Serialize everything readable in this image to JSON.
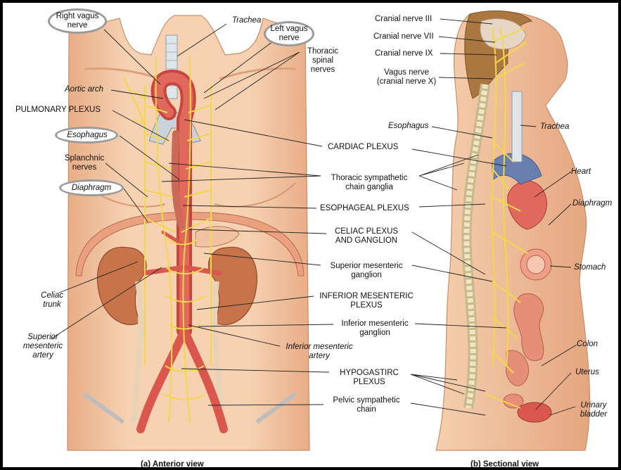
{
  "figure": {
    "captions": {
      "anterior": "(a) Anterior view",
      "sectional": "(b) Sectional view"
    },
    "anterior_labels": {
      "right_vagus": [
        "Right vagus",
        "nerve"
      ],
      "trachea": "Trachea",
      "left_vagus": [
        "Left vagus",
        "nerve"
      ],
      "thoracic_spinal": [
        "Thoracic",
        "spinal",
        "nerves"
      ],
      "aortic_arch": "Aortic arch",
      "pulmonary_plexus": "PULMONARY PLEXUS",
      "esophagus": "Esophagus",
      "splanchnic": [
        "Splanchnic",
        "nerves"
      ],
      "diaphragm": "Diaphragm",
      "cardiac_plexus": "CARDIAC PLEXUS",
      "thoracic_sympathetic": [
        "Thoracic sympathetic",
        "chain ganglia"
      ],
      "esophageal_plexus": "ESOPHAGEAL PLEXUS",
      "celiac_plexus": [
        "CELIAC PLEXUS",
        "AND GANGLION"
      ],
      "superior_mesenteric_ganglion": [
        "Superior mesenteric",
        "ganglion"
      ],
      "inferior_mesenteric_plexus": [
        "INFERIOR MESENTERIC",
        "PLEXUS"
      ],
      "inferior_mesenteric_ganglion": [
        "Inferior mesenteric",
        "ganglion"
      ],
      "inferior_mesenteric_artery": [
        "Inferior mesenteric",
        "artery"
      ],
      "hypogastric_plexus": [
        "HYPOGASTIRC",
        "PLEXUS"
      ],
      "pelvic_sympathetic": [
        "Pelvic sympathetic",
        "chain"
      ],
      "celiac_trunk": [
        "Celiac",
        "trunk"
      ],
      "superior_mesenteric_artery": [
        "Superior",
        "mesenteric",
        "artery"
      ]
    },
    "sectional_labels": {
      "cn3": "Cranial nerve III",
      "cn7": "Cranial nerve VII",
      "cn9": "Cranial nerve IX",
      "vagus": [
        "Vagus nerve",
        "(cranial nerve X)"
      ],
      "esophagus": "Esophagus",
      "trachea": "Trachea",
      "heart": "Heart",
      "diaphragm": "Diaphragm",
      "stomach": "Stomach",
      "colon": "Colon",
      "uterus": "Uterus",
      "bladder": [
        "Urinary",
        "bladder"
      ]
    },
    "colors": {
      "skin": "#f3c9a6",
      "skin_shadow": "#e6a983",
      "nerve": "#f2d84a",
      "artery": "#d9574c",
      "kidney": "#c8744a",
      "diaphragm": "#e9a17f",
      "spine": "#d8cfa6"
    },
    "highlighted_labels": [
      "Right vagus nerve",
      "Left vagus nerve",
      "Esophagus",
      "Diaphragm"
    ]
  }
}
